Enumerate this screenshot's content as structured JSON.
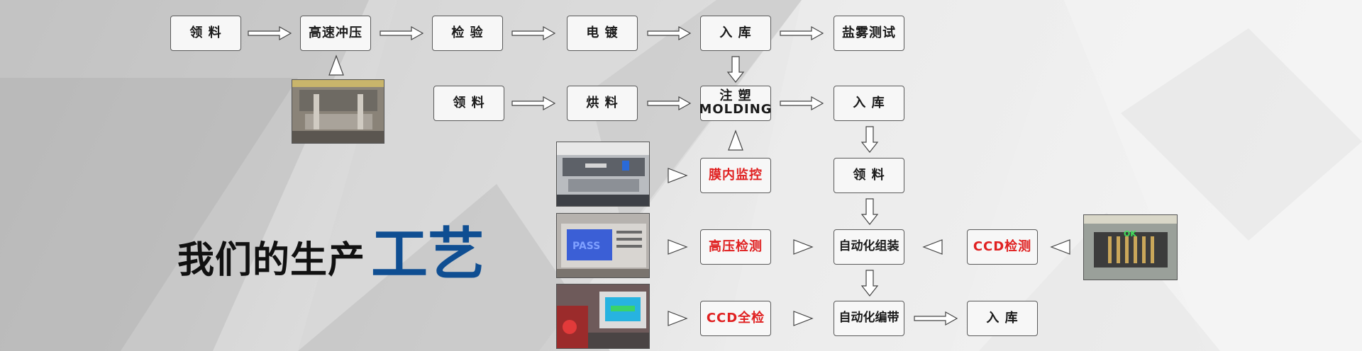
{
  "title": {
    "main": "我们的生产",
    "highlight": "工艺"
  },
  "colors": {
    "accent_blue": "#0f4e92",
    "highlight_red": "#e02020",
    "node_border": "#5a5a5a"
  },
  "nodes": {
    "r1_material": "领 料",
    "r1_stamping": "高速冲压",
    "r1_inspection": "检 验",
    "r1_plating": "电 镀",
    "r1_storage": "入 库",
    "r1_salt_spray": "盐雾测试",
    "r2_material": "领 料",
    "r2_baking": "烘 料",
    "r2_molding_cn": "注 塑",
    "r2_molding_en": "MOLDING",
    "r2_storage": "入 库",
    "r3_film_monitor": "膜内监控",
    "r3_material": "领 料",
    "r4_hv_test": "高压检测",
    "r4_auto_assembly": "自动化组装",
    "r4_ccd_test": "CCD检测",
    "r5_ccd_full": "CCD全检",
    "r5_auto_taping": "自动化编带",
    "r5_storage": "入 库"
  },
  "photos": {
    "press_machine": {
      "icon": "press-machine-photo"
    },
    "molding_line": {
      "icon": "molding-line-photo"
    },
    "hv_tester": {
      "icon": "hv-tester-photo",
      "screen_text": "PASS"
    },
    "ccd_station": {
      "icon": "ccd-station-photo"
    },
    "ccd_sample": {
      "icon": "ccd-sample-photo",
      "label": "OK"
    }
  }
}
